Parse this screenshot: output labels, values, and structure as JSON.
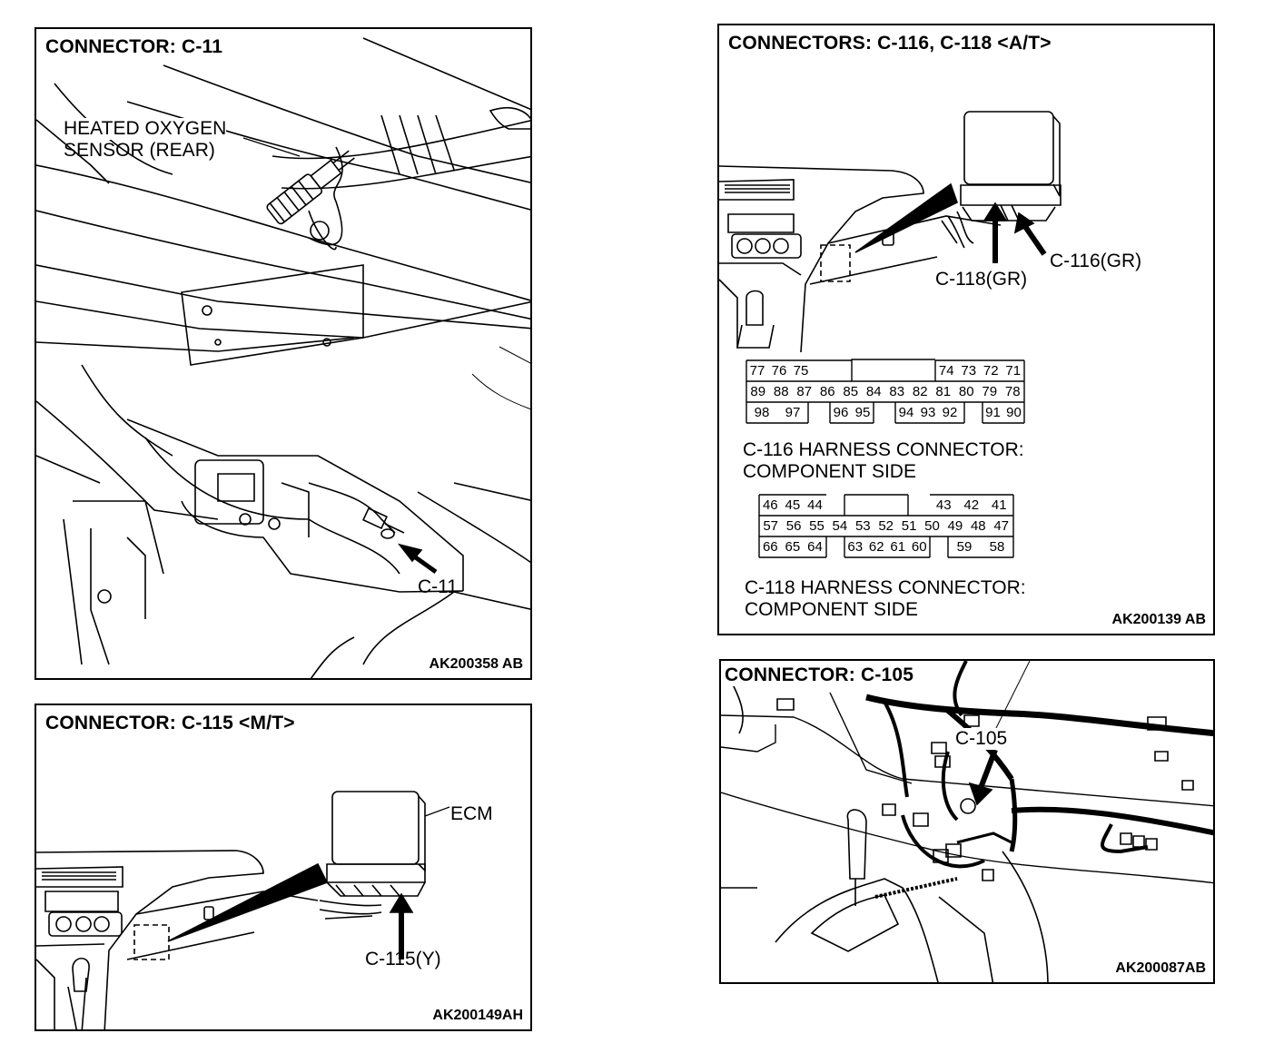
{
  "panels": {
    "c11": {
      "title": "CONNECTOR: C-11",
      "label_sensor_line1": "HEATED OXYGEN",
      "label_sensor_line2": "SENSOR (REAR)",
      "label_connector": "C-11",
      "figure_code": "AK200358 AB"
    },
    "c115": {
      "title": "CONNECTOR: C-115 <M/T>",
      "label_ecm": "ECM",
      "label_connector": "C-115(Y)",
      "figure_code": "AK200149AH"
    },
    "c116": {
      "title": "CONNECTORS: C-116, C-118 <A/T>",
      "label_c116": "C-116(GR)",
      "label_c118": "C-118(GR)",
      "c116_caption_line1": "C-116 HARNESS CONNECTOR:",
      "c116_caption_line2": "COMPONENT SIDE",
      "c118_caption_line1": "C-118 HARNESS CONNECTOR:",
      "c118_caption_line2": "COMPONENT SIDE",
      "figure_code": "AK200139 AB",
      "c116_pins": {
        "row1_left": [
          "77",
          "76",
          "75"
        ],
        "row1_right": [
          "74",
          "73",
          "72",
          "71"
        ],
        "row2": [
          "89",
          "88",
          "87",
          "86",
          "85",
          "84",
          "83",
          "82",
          "81",
          "80",
          "79",
          "78"
        ],
        "row3_left": [
          "98",
          "97"
        ],
        "row3_mid": [
          "96",
          "95"
        ],
        "row3_mid2": [
          "94",
          "93",
          "92"
        ],
        "row3_right": [
          "91",
          "90"
        ]
      },
      "c118_pins": {
        "row1_left": [
          "46",
          "45",
          "44"
        ],
        "row1_right": [
          "43",
          "42",
          "41"
        ],
        "row2": [
          "57",
          "56",
          "55",
          "54",
          "53",
          "52",
          "51",
          "50",
          "49",
          "48",
          "47"
        ],
        "row3_left": [
          "66",
          "65",
          "64"
        ],
        "row3_mid": [
          "63",
          "62",
          "61",
          "60"
        ],
        "row3_right": [
          "59",
          "58"
        ]
      }
    },
    "c105": {
      "title": "CONNECTOR: C-105",
      "label_connector": "C-105",
      "figure_code": "AK200087AB"
    }
  }
}
